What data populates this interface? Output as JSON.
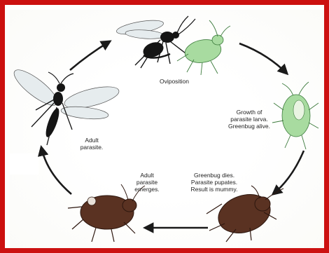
{
  "colors": {
    "border": "#cc1111",
    "arrow": "#1a1a1a",
    "aphid_green": "#a8dba0",
    "mummy_brown": "#5a3222",
    "wasp_black": "#151515"
  },
  "stages": {
    "oviposition": "Oviposition",
    "growth": "Growth of\nparasite larva.\nGreenbug alive.",
    "mummy": "Greenbug dies.\nParasite pupates.\nResult is mummy.",
    "emerges": "Adult\nparasite\nemerges.",
    "adult": "Adult\nparasite."
  }
}
